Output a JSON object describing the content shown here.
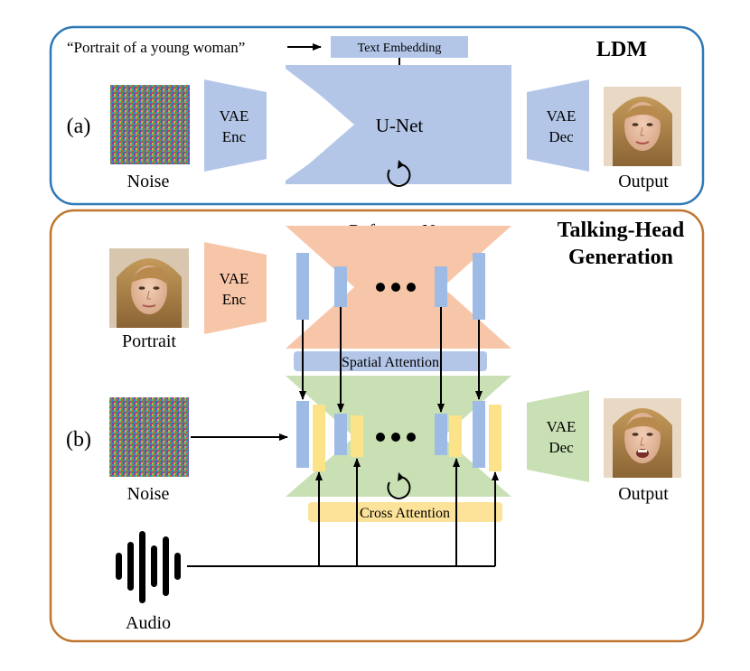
{
  "colors": {
    "ldm_border": "#2f78b5",
    "th_border": "#c0762f",
    "blue_block": "#b4c6e8",
    "blue_bar": "#9ebbe6",
    "salmon": "#f7c6a9",
    "green": "#c9e0b4",
    "yellow_bar": "#fce38a",
    "cross_attn": "#fde39a",
    "arrow": "#000000"
  },
  "panel_a": {
    "title": "LDM",
    "label": "(a)",
    "prompt": "“Portrait of a young woman”",
    "text_embedding": "Text Embedding",
    "noise_label": "Noise",
    "vae_enc": [
      "VAE",
      "Enc"
    ],
    "unet": "U-Net",
    "vae_dec": [
      "VAE",
      "Dec"
    ],
    "output_label": "Output",
    "loop_icon": "refresh-icon"
  },
  "panel_b": {
    "title": [
      "Talking-Head",
      "Generation"
    ],
    "label": "(b)",
    "referencenet": "ReferenceNet",
    "portrait_label": "Portrait",
    "vae_enc": [
      "VAE",
      "Enc"
    ],
    "spatial_attention": "Spatial Attention",
    "cross_attention": "Cross Attention",
    "noise_label": "Noise",
    "vae_dec": [
      "VAE",
      "Dec"
    ],
    "output_label": "Output",
    "audio_label": "Audio",
    "audio_icon": "audio-waveform-icon",
    "loop_icon": "refresh-icon"
  }
}
